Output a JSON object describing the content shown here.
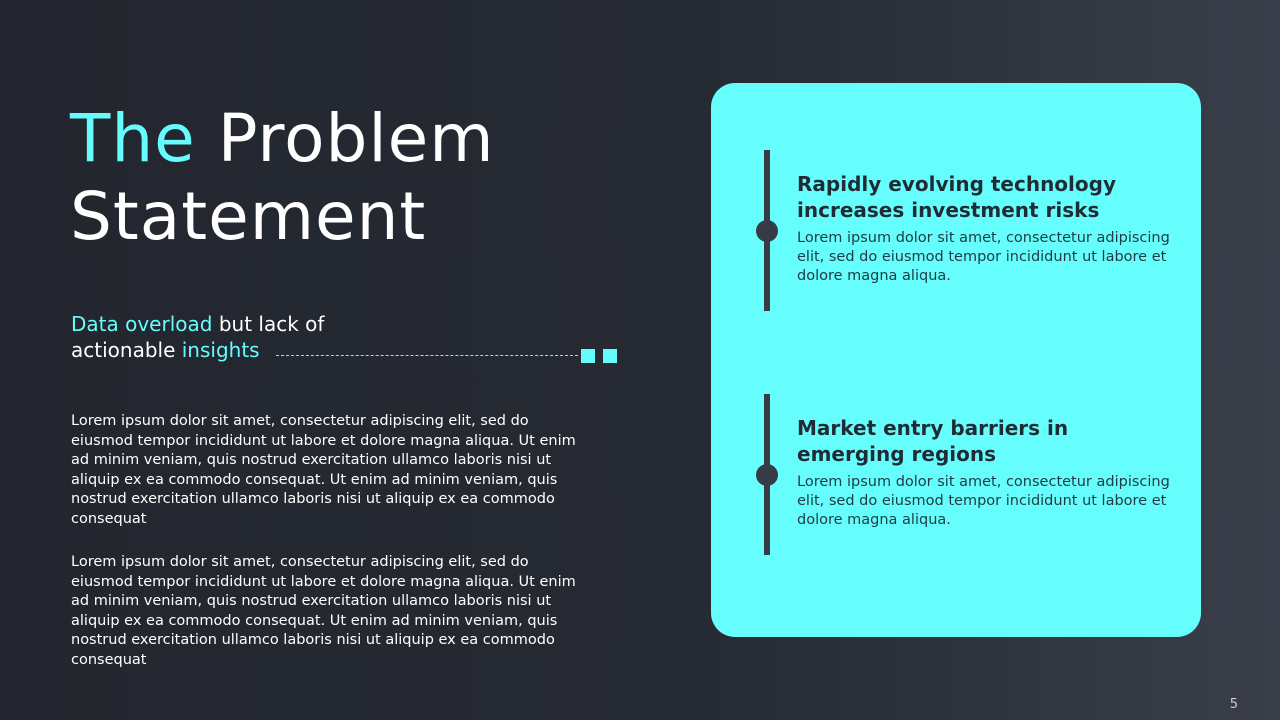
{
  "title": {
    "accent": "The",
    "rest": "Problem",
    "line2": "Statement"
  },
  "subtitle": {
    "a": "Data overload",
    "b": " but lack of",
    "c": "actionable ",
    "d": "insights"
  },
  "paragraphs": [
    "Lorem ipsum dolor sit amet, consectetur adipiscing elit, sed do eiusmod tempor incididunt ut labore et dolore magna aliqua. Ut enim ad minim veniam, quis nostrud exercitation ullamco laboris nisi ut aliquip ex ea commodo consequat. Ut enim ad minim veniam, quis nostrud exercitation ullamco laboris nisi ut aliquip ex ea commodo consequat",
    "Lorem ipsum dolor sit amet, consectetur adipiscing elit, sed do eiusmod tempor incididunt ut labore et dolore magna aliqua. Ut enim ad minim veniam, quis nostrud exercitation ullamco laboris nisi ut aliquip ex ea commodo consequat. Ut enim ad minim veniam, quis nostrud exercitation ullamco laboris nisi ut aliquip ex ea commodo consequat"
  ],
  "card": {
    "items": [
      {
        "heading": "Rapidly evolving technology increases investment risks",
        "body": "Lorem ipsum dolor sit amet, consectetur adipiscing elit, sed do eiusmod tempor incididunt ut labore et dolore magna aliqua."
      },
      {
        "heading": "Market entry barriers in emerging regions",
        "body": "Lorem ipsum dolor sit amet, consectetur adipiscing elit, sed do eiusmod tempor incididunt ut labore et dolore magna aliqua."
      }
    ]
  },
  "page_number": "5",
  "colors": {
    "accent": "#66fcfd",
    "background": "#23262e",
    "text_dark": "#1f2c35"
  }
}
